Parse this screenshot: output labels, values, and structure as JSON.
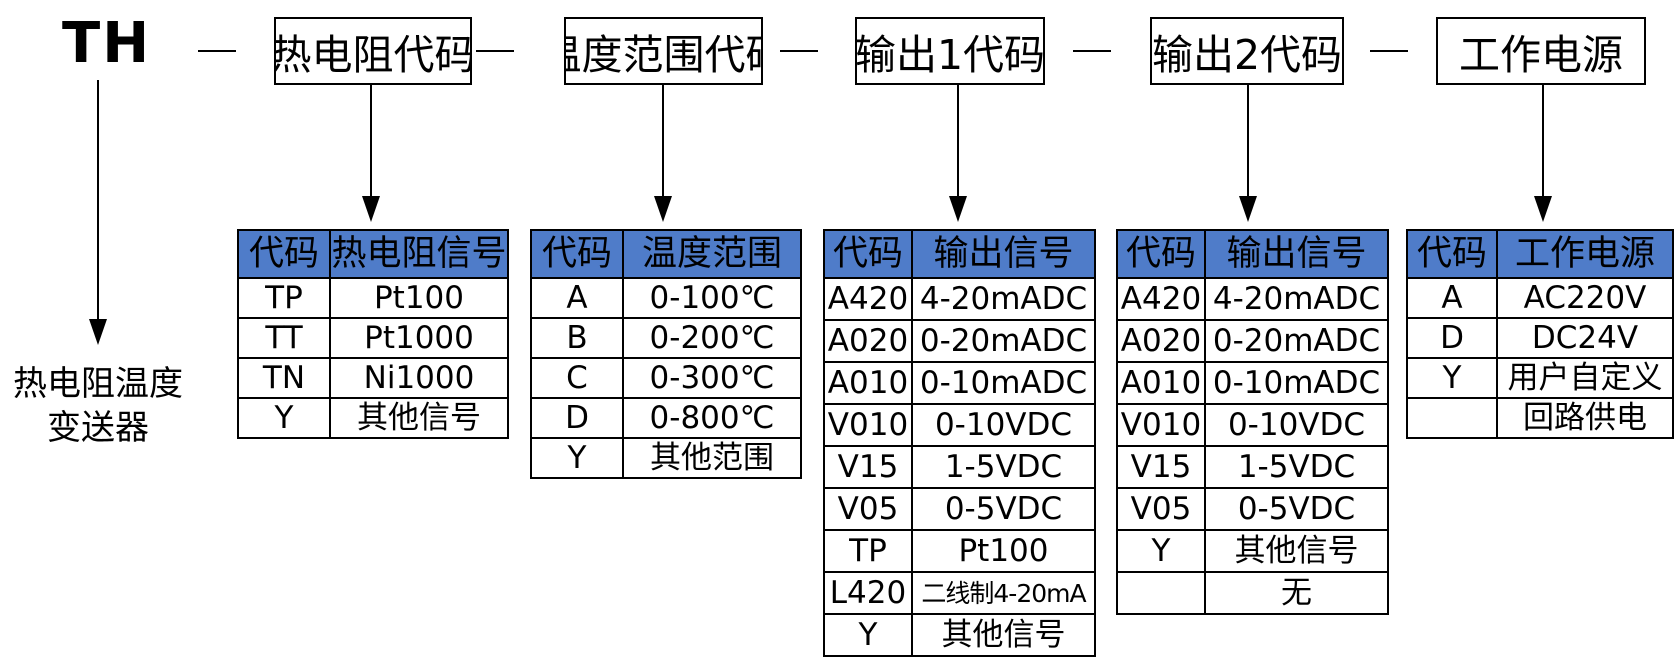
{
  "model": "TH",
  "product_name": [
    "热电阻温度",
    "变送器"
  ],
  "code_fields": [
    "热电阻代码",
    "温度范围代码",
    "输出1代码",
    "输出2代码",
    "工作电源"
  ],
  "tables": [
    {
      "headers": [
        "代码",
        "热电阻信号"
      ],
      "rows": [
        [
          "TP",
          "Pt100"
        ],
        [
          "TT",
          "Pt1000"
        ],
        [
          "TN",
          "Ni1000"
        ],
        [
          "Y",
          "其他信号"
        ]
      ]
    },
    {
      "headers": [
        "代码",
        "温度范围"
      ],
      "rows": [
        [
          "A",
          "0-100℃"
        ],
        [
          "B",
          "0-200℃"
        ],
        [
          "C",
          "0-300℃"
        ],
        [
          "D",
          "0-800℃"
        ],
        [
          "Y",
          "其他范围"
        ]
      ]
    },
    {
      "headers": [
        "代码",
        "输出信号"
      ],
      "rows": [
        [
          "A420",
          "4-20mADC"
        ],
        [
          "A020",
          "0-20mADC"
        ],
        [
          "A010",
          "0-10mADC"
        ],
        [
          "V010",
          "0-10VDC"
        ],
        [
          "V15",
          "1-5VDC"
        ],
        [
          "V05",
          "0-5VDC"
        ],
        [
          "TP",
          "Pt100"
        ],
        [
          "L420",
          "二线制4-20mA"
        ],
        [
          "Y",
          "其他信号"
        ]
      ]
    },
    {
      "headers": [
        "代码",
        "输出信号"
      ],
      "rows": [
        [
          "A420",
          "4-20mADC"
        ],
        [
          "A020",
          "0-20mADC"
        ],
        [
          "A010",
          "0-10mADC"
        ],
        [
          "V010",
          "0-10VDC"
        ],
        [
          "V15",
          "1-5VDC"
        ],
        [
          "V05",
          "0-5VDC"
        ],
        [
          "Y",
          "其他信号"
        ],
        [
          "",
          "无"
        ]
      ]
    },
    {
      "headers": [
        "代码",
        "工作电源"
      ],
      "rows": [
        [
          "A",
          "AC220V"
        ],
        [
          "D",
          "DC24V"
        ],
        [
          "Y",
          "用户自定义"
        ],
        [
          "",
          "回路供电"
        ]
      ]
    }
  ]
}
